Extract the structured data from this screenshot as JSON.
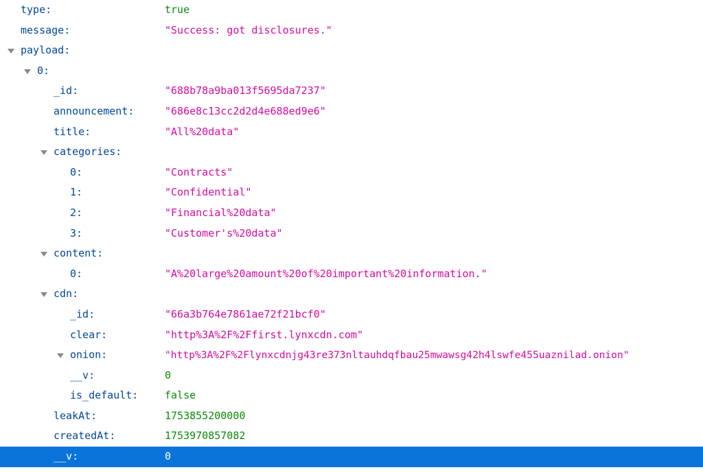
{
  "rows": [
    {
      "key": "type:",
      "value": "true",
      "vtype": "bool"
    },
    {
      "key": "message:",
      "value": "\"Success: got disclosures.\"",
      "vtype": "str"
    },
    {
      "key": "payload:",
      "value": "",
      "vtype": "",
      "expandable": true
    },
    {
      "key": "0:",
      "value": "",
      "vtype": "",
      "expandable": true
    },
    {
      "key": "_id:",
      "value": "\"688b78a9ba013f5695da7237\"",
      "vtype": "str"
    },
    {
      "key": "announcement:",
      "value": "\"686e8c13cc2d2d4e688ed9e6\"",
      "vtype": "str"
    },
    {
      "key": "title:",
      "value": "\"All%20data\"",
      "vtype": "str"
    },
    {
      "key": "categories:",
      "value": "",
      "vtype": "",
      "expandable": true
    },
    {
      "key": "0:",
      "value": "\"Contracts\"",
      "vtype": "str"
    },
    {
      "key": "1:",
      "value": "\"Confidential\"",
      "vtype": "str"
    },
    {
      "key": "2:",
      "value": "\"Financial%20data\"",
      "vtype": "str"
    },
    {
      "key": "3:",
      "value": "\"Customer's%20data\"",
      "vtype": "str"
    },
    {
      "key": "content:",
      "value": "",
      "vtype": "",
      "expandable": true
    },
    {
      "key": "0:",
      "value": "\"A%20large%20amount%20of%20important%20information.\"",
      "vtype": "str"
    },
    {
      "key": "cdn:",
      "value": "",
      "vtype": "",
      "expandable": true
    },
    {
      "key": "_id:",
      "value": "\"66a3b764e7861ae72f21bcf0\"",
      "vtype": "str"
    },
    {
      "key": "clear:",
      "value": "\"http%3A%2F%2Ffirst.lynxcdn.com\"",
      "vtype": "str"
    },
    {
      "key": "onion:",
      "value": "\"http%3A%2F%2Flynxcdnjg43re373nltauhdqfbau25mwawsg42h4lswfe455uaznilad.onion\"",
      "vtype": "str",
      "expandable": true
    },
    {
      "key": "__v:",
      "value": "0",
      "vtype": "num"
    },
    {
      "key": "is_default:",
      "value": "false",
      "vtype": "bool"
    },
    {
      "key": "leakAt:",
      "value": "1753855200000",
      "vtype": "num"
    },
    {
      "key": "createdAt:",
      "value": "1753970857082",
      "vtype": "num"
    },
    {
      "key": "__v:",
      "value": "0",
      "vtype": "num",
      "selected": true
    }
  ]
}
